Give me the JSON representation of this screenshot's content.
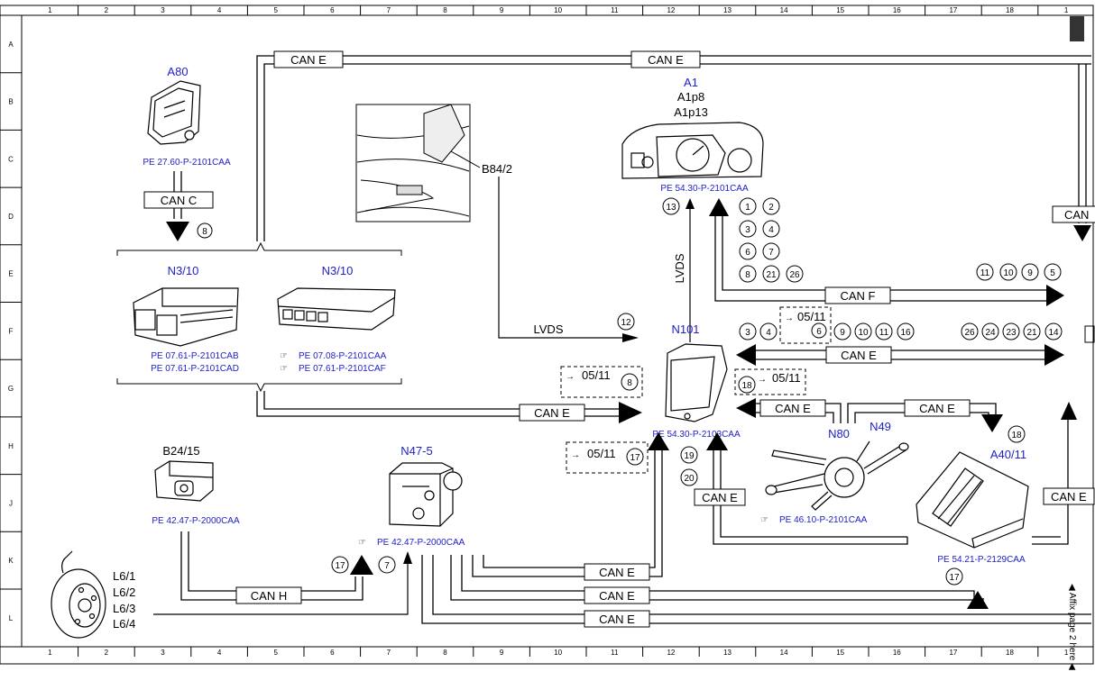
{
  "grid": {
    "columns": [
      "1",
      "2",
      "3",
      "4",
      "5",
      "6",
      "7",
      "8",
      "9",
      "10",
      "11",
      "12",
      "13",
      "14",
      "15",
      "16",
      "17",
      "18",
      "1"
    ],
    "rows": [
      "A",
      "B",
      "C",
      "D",
      "E",
      "F",
      "G",
      "H",
      "J",
      "K",
      "L"
    ]
  },
  "components": {
    "a80": {
      "name": "A80",
      "ref": "PE 27.60-P-2101CAA"
    },
    "n3_10": {
      "name_left": "N3/10",
      "name_right": "N3/10",
      "ref_left_1": "PE 07.61-P-2101CAB",
      "ref_left_2": "PE 07.61-P-2101CAD",
      "ref_right_1": "PE 07.08-P-2101CAA",
      "ref_right_2": "PE 07.61-P-2101CAF"
    },
    "b84_2": {
      "name": "B84/2"
    },
    "a1": {
      "name": "A1",
      "sub1": "A1p8",
      "sub2": "A1p13",
      "ref": "PE 54.30-P-2101CAA"
    },
    "n101": {
      "name": "N101",
      "ref": "PE 54.30-P-2103CAA"
    },
    "b24_15": {
      "name": "B24/15",
      "ref": "PE 42.47-P-2000CAA"
    },
    "n47_5": {
      "name": "N47-5",
      "ref": "PE 42.47-P-2000CAA"
    },
    "n80": {
      "name": "N80",
      "ref": "PE 46.10-P-2101CAA"
    },
    "n49": {
      "name": "N49"
    },
    "a40_11": {
      "name": "A40/11",
      "ref": "PE 54.21-P-2129CAA"
    },
    "l6": {
      "l1": "L6/1",
      "l2": "L6/2",
      "l3": "L6/3",
      "l4": "L6/4"
    }
  },
  "bus_labels": {
    "can_e": "CAN E",
    "can_c": "CAN C",
    "can_f": "CAN F",
    "can_h": "CAN H",
    "lvds": "LVDS",
    "can_right_top": "CAN",
    "can_right_bottom": "CAN E"
  },
  "notes": {
    "date": "05/11",
    "arrow": "→",
    "affix": "◀ Affix page 2 here ◀"
  },
  "circles": {
    "c8_a80": "8",
    "c13": "13",
    "c12": "12",
    "c8_dash": "8",
    "c18": "18",
    "c19": "19",
    "c20": "20",
    "c17_dash": "17",
    "c17_n47": "17",
    "c7": "7",
    "c18_a40": "18",
    "c17_a40": "17",
    "c6": "6",
    "grid_a1": [
      "1",
      "2",
      "3",
      "4",
      "6",
      "7",
      "8",
      "21",
      "26"
    ],
    "right_top": [
      "11",
      "10",
      "9",
      "5"
    ],
    "mid_left": [
      "3",
      "4"
    ],
    "mid_right": [
      "9",
      "10",
      "11",
      "16"
    ],
    "far_right": [
      "26",
      "24",
      "23",
      "21",
      "14"
    ]
  }
}
